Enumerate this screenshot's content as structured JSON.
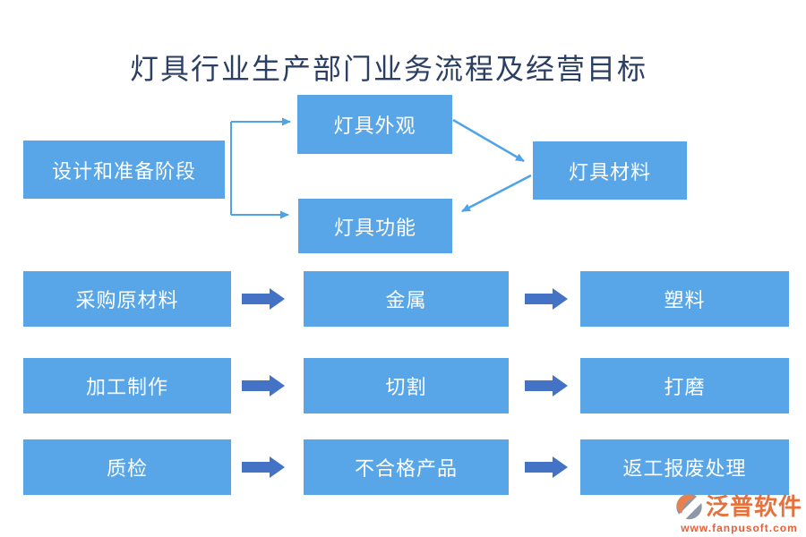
{
  "title": "灯具行业生产部门业务流程及经营目标",
  "flow": {
    "design_stage": "设计和准备阶段",
    "lamp_appearance": "灯具外观",
    "lamp_function": "灯具功能",
    "lamp_material": "灯具材料"
  },
  "process": {
    "rows": [
      [
        "采购原材料",
        "金属",
        "塑料"
      ],
      [
        "加工制作",
        "切割",
        "打磨"
      ],
      [
        "质检",
        "不合格产品",
        "返工报废处理"
      ]
    ]
  },
  "logo": {
    "brand": "泛普软件",
    "website": "www.fanpusoft.com",
    "mark_icon": "fanpu-circle-logo-icon"
  },
  "colors": {
    "node_fill": "#58A6E8",
    "node_text": "#FFFFFF",
    "thick_arrow": "#4472C4",
    "connector": "#4FA3E8",
    "title_text": "#2B3F63",
    "logo_orange": "#E4713E",
    "logo_gray": "#8E96A8"
  }
}
